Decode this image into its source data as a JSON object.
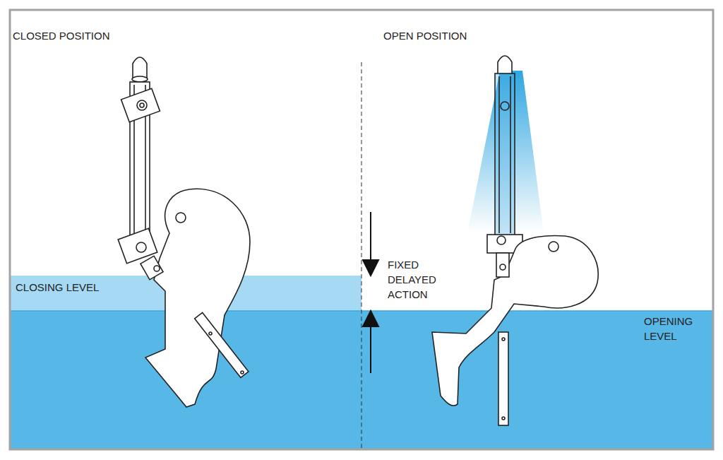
{
  "diagram": {
    "labels": [
      "CLOSED POSITION",
      "OPEN POSITION",
      "CLOSING LEVEL",
      "FIXED DELAYED ACTION",
      "OPENING LEVEL"
    ]
  }
}
